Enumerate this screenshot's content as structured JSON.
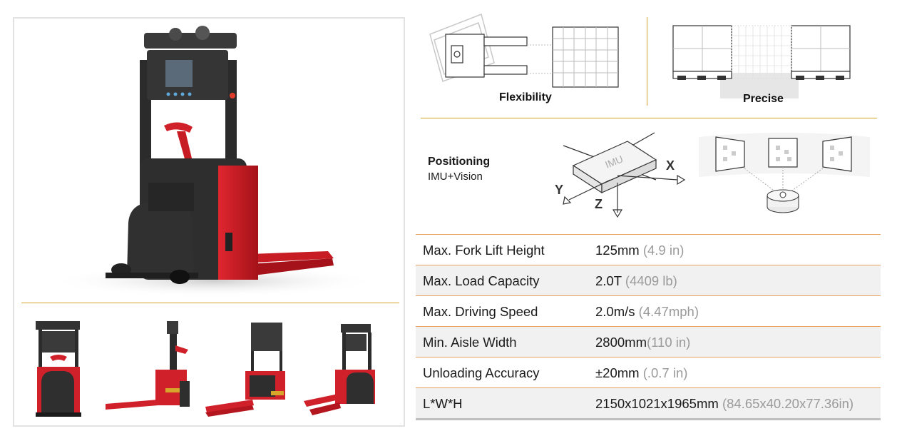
{
  "features": {
    "flexibility_label": "Flexibility",
    "precise_label": "Precise",
    "positioning_title": "Positioning",
    "positioning_subtitle": "IMU+Vision",
    "imu_text": "IMU",
    "axis_x": "X",
    "axis_y": "Y",
    "axis_z": "Z"
  },
  "specs": [
    {
      "label": "Max. Fork Lift Height",
      "value": "125mm",
      "alt": "(4.9 in)"
    },
    {
      "label": "Max. Load Capacity",
      "value": "2.0T",
      "alt": "(4409 lb)"
    },
    {
      "label": "Max. Driving Speed",
      "value": "2.0m/s",
      "alt": "(4.47mph)"
    },
    {
      "label": "Min. Aisle Width",
      "value": "2800mm",
      "alt": "(110 in)"
    },
    {
      "label": "Unloading Accuracy",
      "value": "±20mm",
      "alt": "(.0.7 in)"
    },
    {
      "label": "L*W*H",
      "value": "2150x1021x1965mm",
      "alt": "(84.65x40.20x77.36in)"
    }
  ],
  "colors": {
    "accent_gold": "#d6a52a",
    "row_divider": "#e8a25a",
    "forklift_red": "#d0202a",
    "body_dark": "#2e2e2e",
    "alt_text_gray": "#9a9a9a"
  },
  "icons": [
    "forklift-hero-image",
    "forklift-front-view",
    "forklift-side-view",
    "forklift-rear-view",
    "forklift-angled-view",
    "flexibility-diagram",
    "precise-diagram",
    "imu-axis-diagram",
    "vision-camera-diagram"
  ]
}
